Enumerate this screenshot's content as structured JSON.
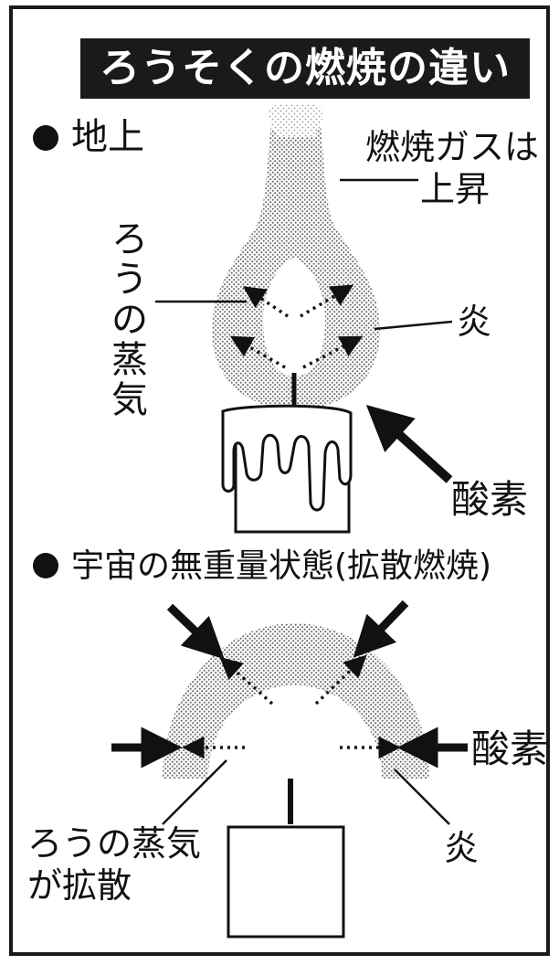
{
  "title": "ろうそくの燃焼の違い",
  "ground": {
    "heading": "地上",
    "gas_label_line1": "燃焼ガスは",
    "gas_label_line2": "上昇",
    "vapor_label": "ろうの蒸気",
    "flame_label": "炎",
    "oxygen_label": "酸素"
  },
  "space": {
    "heading": "宇宙の無重量状態(拡散燃焼)",
    "oxygen_label": "酸素",
    "vapor_label_line1": "ろうの蒸気",
    "vapor_label_line2": "が拡散",
    "flame_label": "炎"
  },
  "colors": {
    "ink": "#111111",
    "flame_stipple": "#8a8a8a",
    "title_bg": "#1a1a1a",
    "title_text": "#ffffff"
  },
  "icons": {
    "bullet": "filled-circle",
    "arrow": "arrow-icon"
  }
}
